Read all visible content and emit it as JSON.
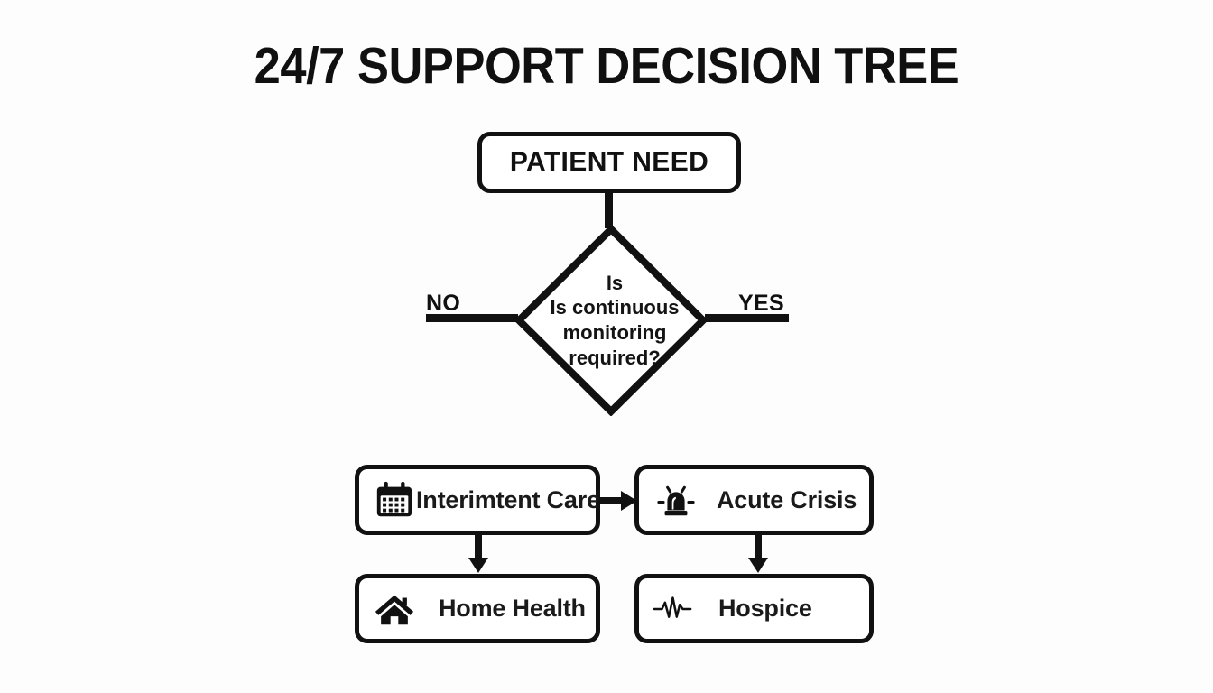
{
  "title": "24/7 SUPPORT DECISION TREE",
  "theme": {
    "background": "#fdfdfd",
    "stroke": "#111111",
    "text": "#141414",
    "node_fill": "#ffffff"
  },
  "flow": {
    "root": {
      "label": "PATIENT NEED",
      "shape": "rounded-rectangle"
    },
    "decision": {
      "shape": "diamond",
      "lines": [
        "Is",
        "Is continuous",
        "monitoring",
        "required?"
      ],
      "branches": [
        {
          "label": "NO",
          "direction": "left"
        },
        {
          "label": "YES",
          "direction": "right"
        }
      ]
    },
    "outcomes": [
      {
        "id": "interim-care",
        "label": "Interimtent Care",
        "icon": "calendar-icon",
        "row": 1,
        "column": 1
      },
      {
        "id": "acute-crisis",
        "label": "Acute Crisis",
        "icon": "siren-icon",
        "row": 1,
        "column": 2
      },
      {
        "id": "home-health",
        "label": "Home Health",
        "icon": "house-icon",
        "row": 2,
        "column": 1
      },
      {
        "id": "hospice",
        "label": "Hospice",
        "icon": "heartbeat-icon",
        "row": 2,
        "column": 2
      }
    ],
    "connectors": [
      {
        "from": "root",
        "to": "decision",
        "style": "line",
        "orientation": "vertical"
      },
      {
        "from": "interim-care",
        "to": "acute-crisis",
        "style": "arrow",
        "orientation": "horizontal"
      },
      {
        "from": "interim-care",
        "to": "home-health",
        "style": "arrow",
        "orientation": "vertical"
      },
      {
        "from": "acute-crisis",
        "to": "hospice",
        "style": "arrow",
        "orientation": "vertical"
      }
    ]
  }
}
